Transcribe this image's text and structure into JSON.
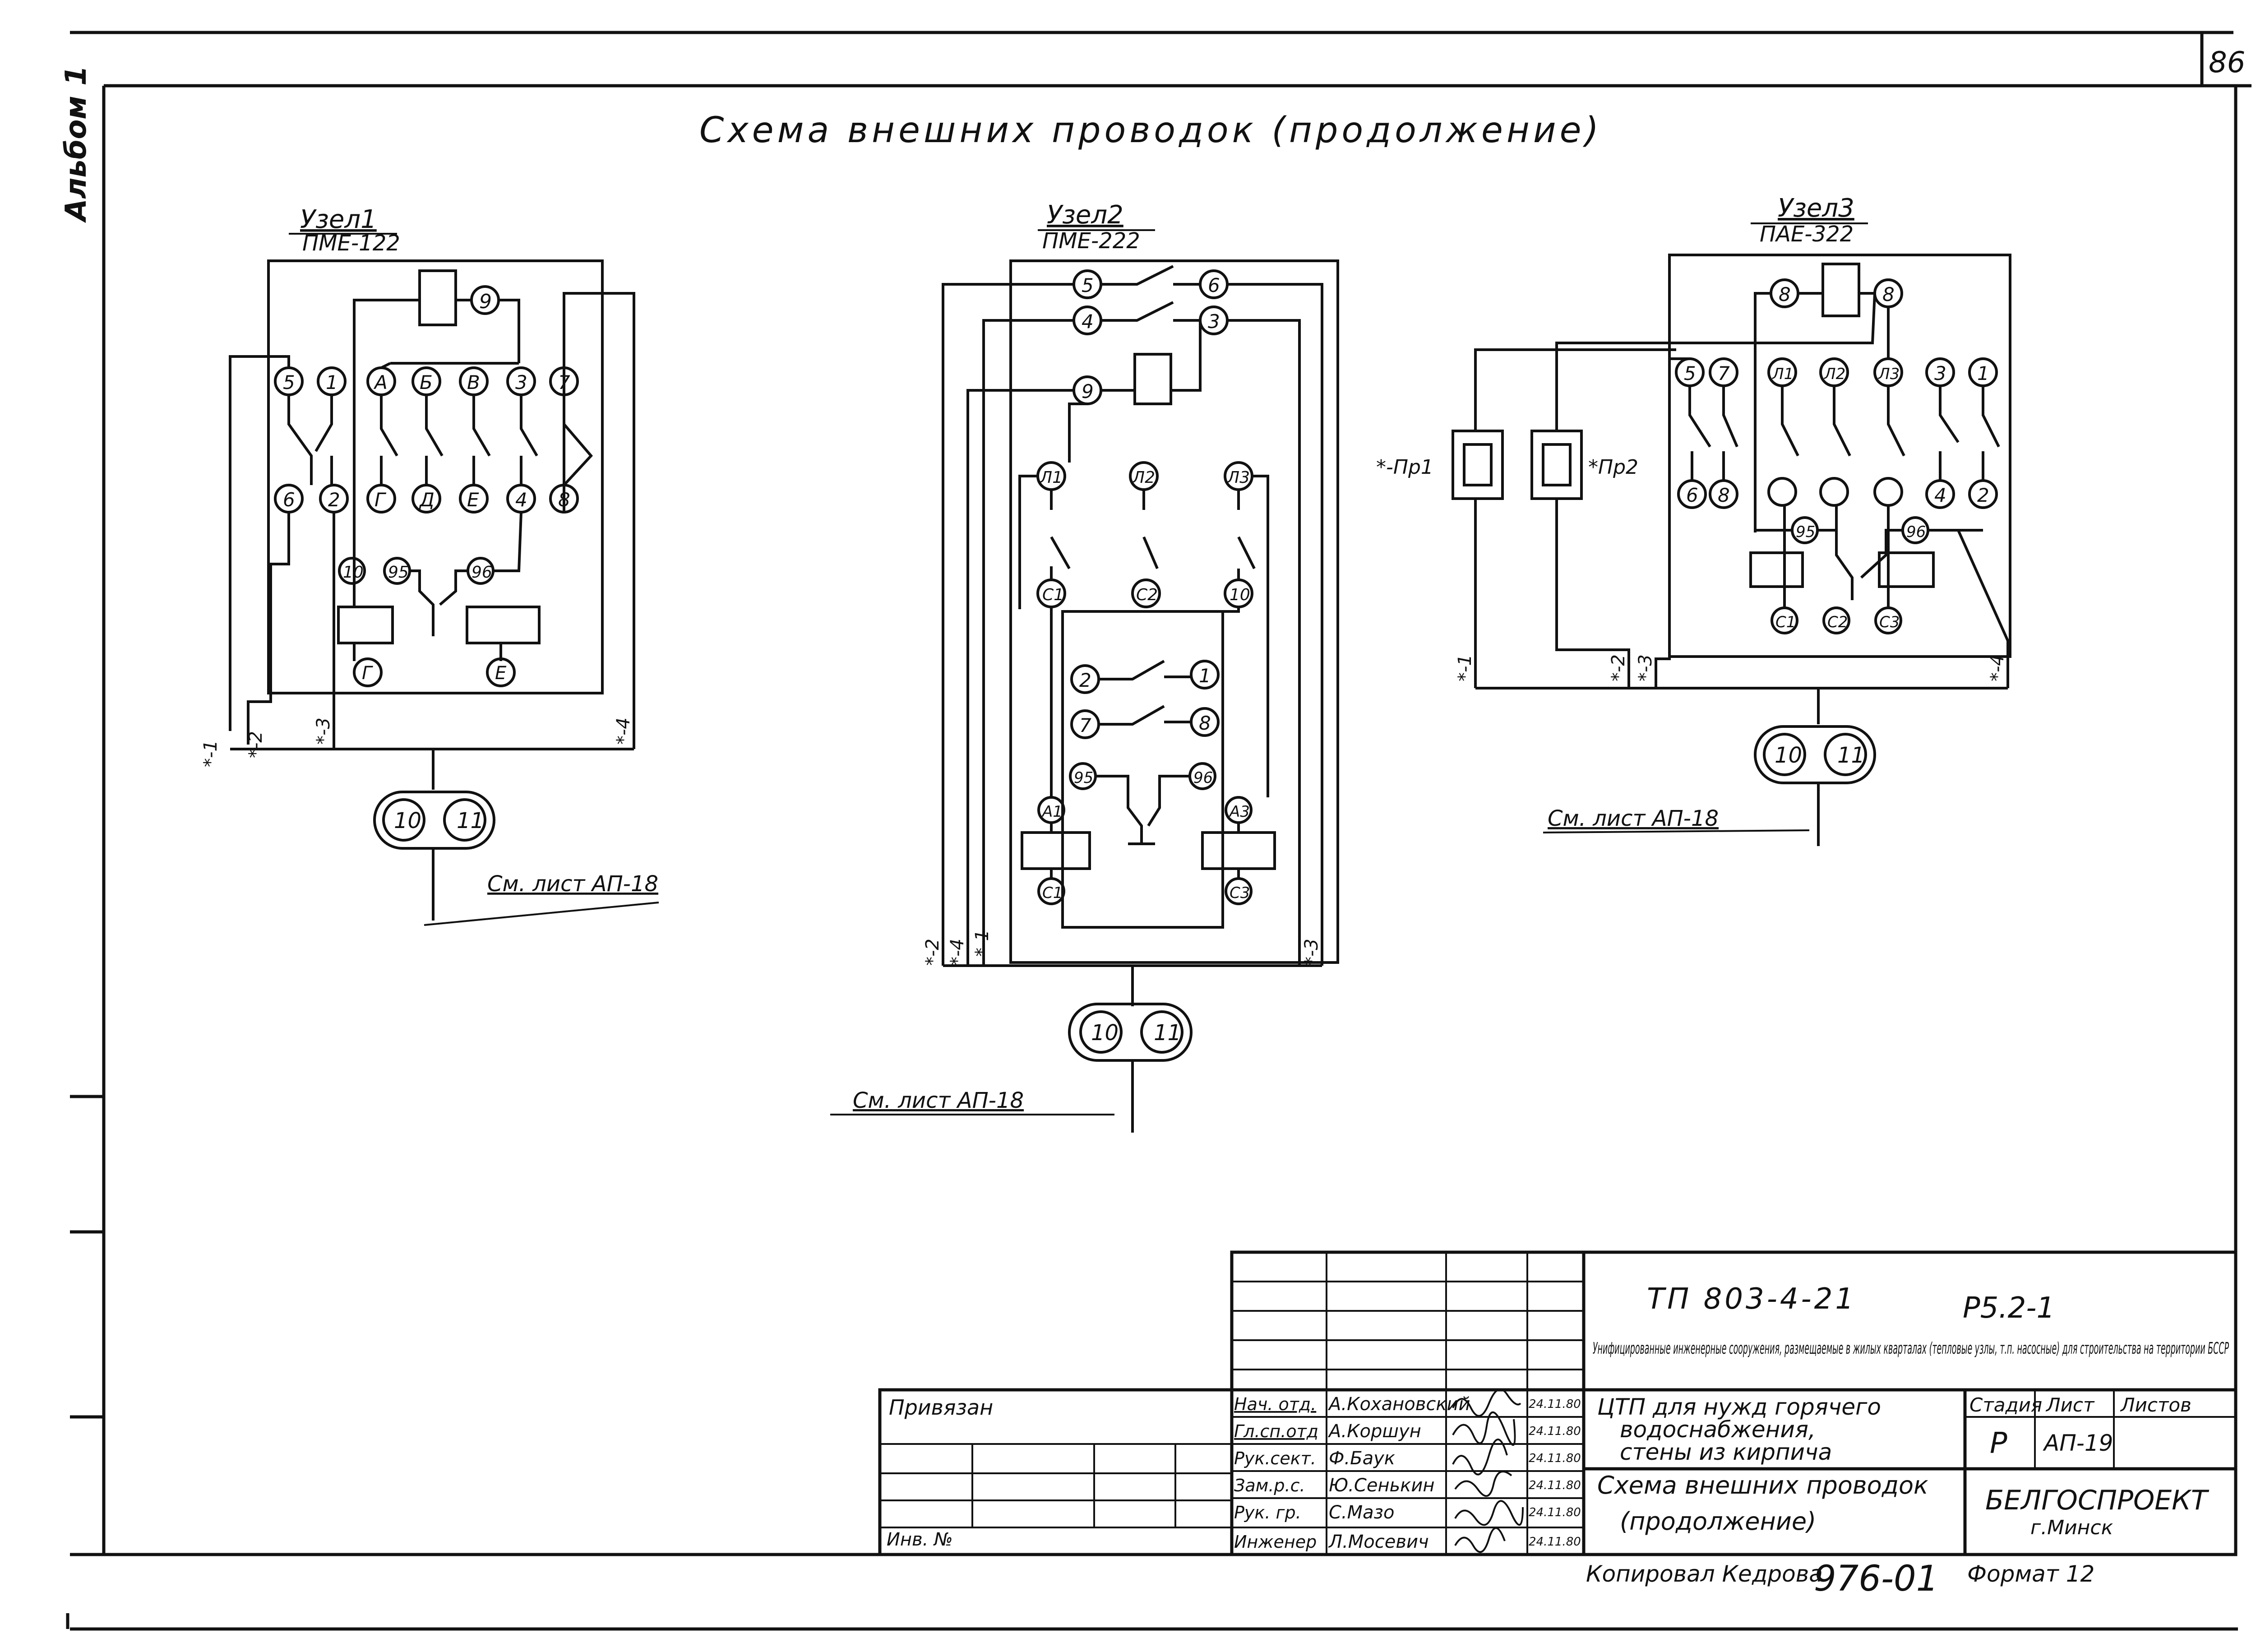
{
  "sheet_number": "86",
  "album_label": "Альбом 1",
  "title": "Схема внешних проводок (продолжение)",
  "nodes": [
    {
      "header": "Узел1",
      "device": "ПМЕ-122",
      "top_labels": [
        "5",
        "1",
        "А",
        "Б",
        "В",
        "3",
        "7"
      ],
      "bottom_labels": [
        "6",
        "2",
        "Г",
        "Д",
        "Е",
        "4",
        "8"
      ],
      "coil_labels": [
        "9"
      ],
      "relay_labels": [
        "10",
        "95",
        "96"
      ],
      "bottom_terminals": [
        "Г",
        "Е"
      ],
      "cable_marks": [
        "*-1",
        "*-2",
        "*-3",
        "*-4"
      ],
      "ref": "См. лист АП-18"
    },
    {
      "header": "Узел2",
      "device": "ПМЕ-222",
      "top_labels": [
        "5",
        "6",
        "4",
        "3",
        "9"
      ],
      "phase_labels": [
        "Л1",
        "Л2",
        "Л3",
        "С1",
        "С2",
        "10"
      ],
      "block_labels": [
        "2",
        "1",
        "7",
        "8",
        "95",
        "96",
        "А1",
        "А3",
        "С1",
        "С3"
      ],
      "cable_marks": [
        "*-2",
        "*-4",
        "*-1",
        "*-3"
      ],
      "ref": "См. лист АП-18"
    },
    {
      "header": "Узел3",
      "device": "ПАЕ-322",
      "top_labels": [
        "8",
        "8",
        "5",
        "7",
        "Л1",
        "Л2",
        "Л3",
        "3",
        "1"
      ],
      "bottom_labels": [
        "6",
        "8",
        "4",
        "2"
      ],
      "relay_labels": [
        "95",
        "96",
        "С1",
        "С2",
        "С3"
      ],
      "fuse_labels": [
        "*-Пр1",
        "*Пр2"
      ],
      "cable_marks": [
        "*-1",
        "*-2",
        "*-3",
        "*-4"
      ],
      "ref": "См. лист АП-18"
    }
  ],
  "motor_labels": [
    "10",
    "11"
  ],
  "title_block": {
    "doc_code": "ТП 803-4-21",
    "section": "Р5.2-1",
    "description": "Унифицированные инженерные сооружения, размещаемые в жилых кварталах (тепловые узлы, т.п. насосные) для строительства на территории БССР",
    "object_name": [
      "ЦТП для нужд горячего",
      "водоснабжения,",
      "стены из кирпича"
    ],
    "sheet_title": [
      "Схема внешних проводок",
      "(продолжение)"
    ],
    "stage_label": "Стадия",
    "sheet_label": "Лист",
    "sheets_label": "Листов",
    "stage_value": "Р",
    "sheet_value": "АП-19",
    "org": "БЕЛГОСПРОЕКТ",
    "city": "г.Минск",
    "privyazan": "Привязан",
    "inv_no": "Инв. №",
    "staff": [
      {
        "role": "Нач. отд.",
        "name": "А.Кохановский",
        "date": "24.11.80"
      },
      {
        "role": "Гл.сп.отд",
        "name": "А.Коршун",
        "date": "24.11.80"
      },
      {
        "role": "Рук.сект.",
        "name": "Ф.Баук",
        "date": "24.11.80"
      },
      {
        "role": "Зам.р.с.",
        "name": "Ю.Сенькин",
        "date": "24.11.80"
      },
      {
        "role": "Рук. гр.",
        "name": "С.Мазо",
        "date": "24.11.80"
      },
      {
        "role": "Инженер",
        "name": "Л.Мосевич",
        "date": "24.11.80"
      }
    ],
    "copied": "Копировал Кедрова",
    "archive_no": "976-01",
    "format": "Формат 12"
  }
}
